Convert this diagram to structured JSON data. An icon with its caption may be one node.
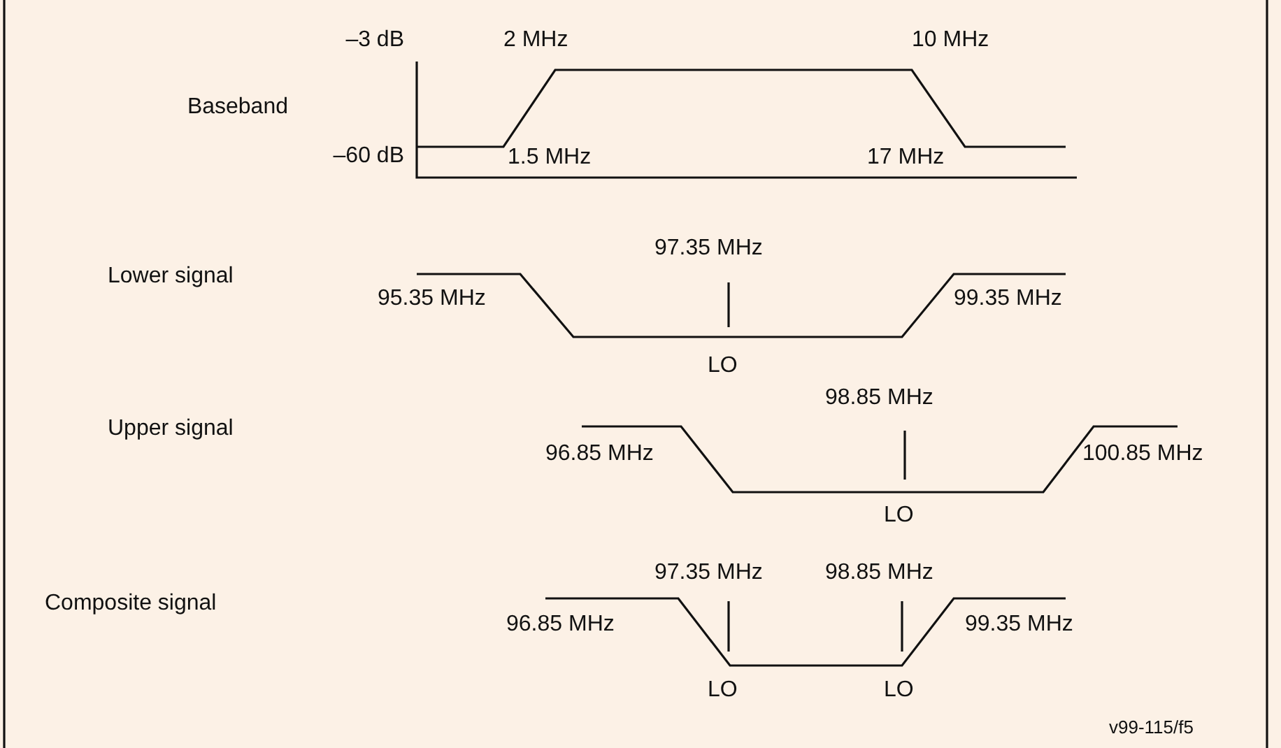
{
  "diagram": {
    "labels": [
      "–3 dB",
      "2 MHz",
      "10 MHz",
      "Baseband",
      "–60 dB",
      "1.5 MHz",
      "17 MHz",
      "97.35 MHz",
      "Lower signal",
      "95.35 MHz",
      "99.35 MHz",
      "LO",
      "98.85 MHz",
      "Upper signal",
      "96.85 MHz",
      "100.85 MHz",
      "LO",
      "97.35 MHz",
      "98.85 MHz",
      "Composite signal",
      "96.85 MHz",
      "99.35 MHz",
      "LO",
      "LO",
      "v99-115/f5"
    ]
  }
}
